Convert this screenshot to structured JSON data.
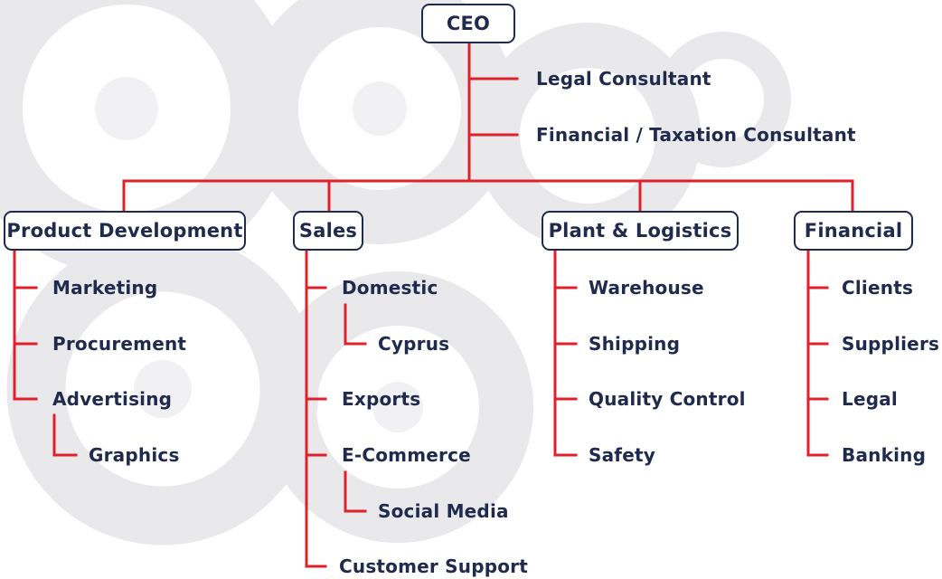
{
  "colors": {
    "connector": "#e0202a",
    "text": "#1f2a4d",
    "box_fill": "#ffffff"
  },
  "chart": {
    "root": "CEO",
    "advisors": [
      "Legal Consultant",
      "Financial / Taxation Consultant"
    ],
    "departments": [
      {
        "name": "Product Development",
        "children": [
          "Marketing",
          "Procurement",
          "Advertising",
          "Graphics"
        ]
      },
      {
        "name": "Sales",
        "children": [
          "Domestic",
          "Cyprus",
          "Exports",
          "E-Commerce",
          "Social Media",
          "Customer Support"
        ]
      },
      {
        "name": "Plant & Logistics",
        "children": [
          "Warehouse",
          "Shipping",
          "Quality Control",
          "Safety"
        ]
      },
      {
        "name": "Financial",
        "children": [
          "Clients",
          "Suppliers",
          "Legal",
          "Banking"
        ]
      }
    ]
  }
}
